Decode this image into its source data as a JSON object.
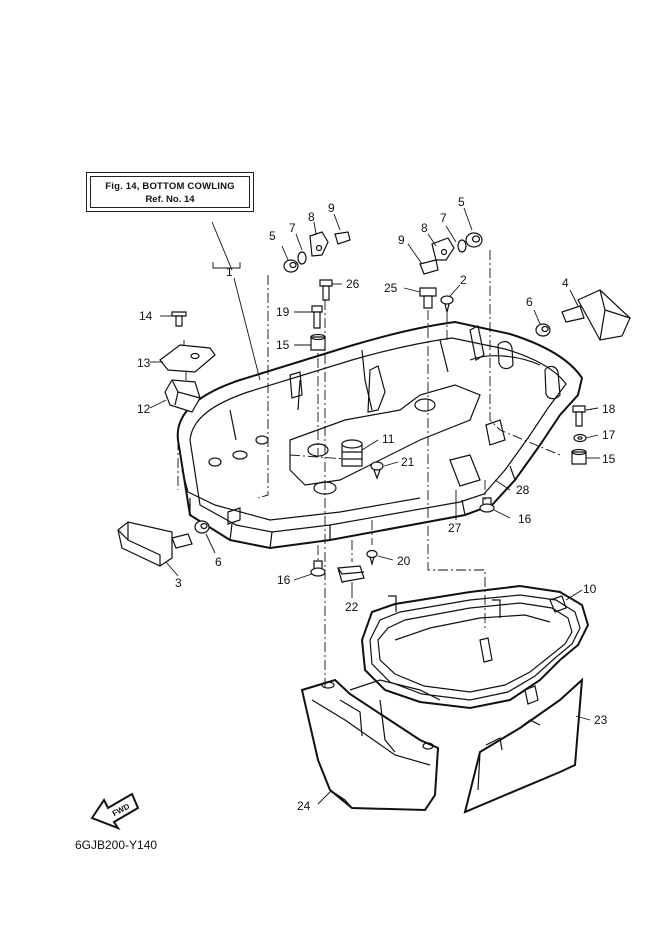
{
  "title_box": {
    "line1": "Fig. 14, BOTTOM COWLING",
    "line2": "Ref. No. 14"
  },
  "diagram_code": "6GJB200-Y140",
  "fwd_label": "FWD",
  "callouts": [
    {
      "id": "c1",
      "label": "1"
    },
    {
      "id": "c2",
      "label": "2"
    },
    {
      "id": "c3",
      "label": "3"
    },
    {
      "id": "c4",
      "label": "4"
    },
    {
      "id": "c5a",
      "label": "5"
    },
    {
      "id": "c5b",
      "label": "5"
    },
    {
      "id": "c6a",
      "label": "6"
    },
    {
      "id": "c6b",
      "label": "6"
    },
    {
      "id": "c7a",
      "label": "7"
    },
    {
      "id": "c7b",
      "label": "7"
    },
    {
      "id": "c8a",
      "label": "8"
    },
    {
      "id": "c8b",
      "label": "8"
    },
    {
      "id": "c9a",
      "label": "9"
    },
    {
      "id": "c9b",
      "label": "9"
    },
    {
      "id": "c10",
      "label": "10"
    },
    {
      "id": "c11",
      "label": "11"
    },
    {
      "id": "c12",
      "label": "12"
    },
    {
      "id": "c13",
      "label": "13"
    },
    {
      "id": "c14",
      "label": "14"
    },
    {
      "id": "c15a",
      "label": "15"
    },
    {
      "id": "c15b",
      "label": "15"
    },
    {
      "id": "c16a",
      "label": "16"
    },
    {
      "id": "c16b",
      "label": "16"
    },
    {
      "id": "c17",
      "label": "17"
    },
    {
      "id": "c18",
      "label": "18"
    },
    {
      "id": "c19",
      "label": "19"
    },
    {
      "id": "c20",
      "label": "20"
    },
    {
      "id": "c21",
      "label": "21"
    },
    {
      "id": "c22",
      "label": "22"
    },
    {
      "id": "c23",
      "label": "23"
    },
    {
      "id": "c24",
      "label": "24"
    },
    {
      "id": "c25",
      "label": "25"
    },
    {
      "id": "c26",
      "label": "26"
    },
    {
      "id": "c27",
      "label": "27"
    },
    {
      "id": "c28",
      "label": "28"
    }
  ]
}
